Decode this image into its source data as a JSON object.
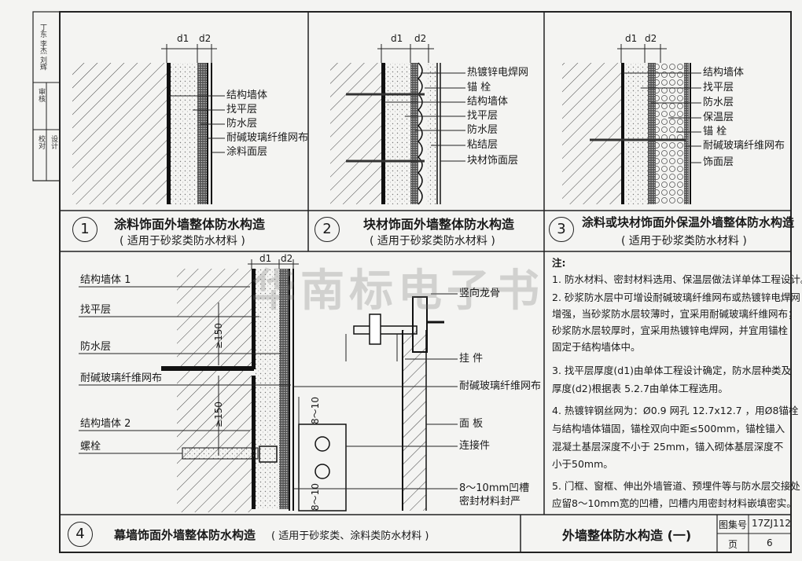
{
  "sidebar": {
    "sig1": "丁东 李杰 刘辉",
    "sig2": "审核",
    "sig3": "校对",
    "sig4": "设计"
  },
  "dims": {
    "d1": "d1",
    "d2": "d2"
  },
  "detail1": {
    "num": "1",
    "title": "涂料饰面外墙整体防水构造",
    "subtitle": "( 适用于砂浆类防水材料 )",
    "labels": [
      "结构墙体",
      "找平层",
      "防水层",
      "耐碱玻璃纤维网布",
      "涂料面层"
    ]
  },
  "detail2": {
    "num": "2",
    "title": "块材饰面外墙整体防水构造",
    "subtitle": "( 适用于砂浆类防水材料 )",
    "labels": [
      "热镀锌电焊网",
      "锚  栓",
      "结构墙体",
      "找平层",
      "防水层",
      "粘结层",
      "块材饰面层"
    ]
  },
  "detail3": {
    "num": "3",
    "title": "涂料或块材饰面外保温外墙整体防水构造",
    "subtitle": "( 适用于砂浆类防水材料 )",
    "labels": [
      "结构墙体",
      "找平层",
      "防水层",
      "保温层",
      "锚  栓",
      "耐碱玻璃纤维网布",
      "饰面层"
    ]
  },
  "detail4": {
    "num": "4",
    "title": "幕墙饰面外墙整体防水构造",
    "subtitle": "( 适用于砂浆类、涂料类防水材料 )",
    "left_labels": [
      "结构墙体 1",
      "找平层",
      "防水层",
      "耐碱玻璃纤维网布",
      "结构墙体 2",
      "螺栓"
    ],
    "right_labels": [
      "竖向龙骨",
      "挂  件",
      "耐碱玻璃纤维网布",
      "面  板",
      "连接件",
      "8～10mm凹槽",
      "密封材料封严"
    ],
    "dims": [
      "≥150",
      "≥150",
      "8～10",
      "8～10"
    ]
  },
  "notes": {
    "head": "注:",
    "lines": [
      "1. 防水材料、密封材料选用、保温层做法详单体工程设计。",
      "2. 砂浆防水层中可增设耐碱玻璃纤维网布或热镀锌电焊网",
      "   增强，当砂浆防水层较薄时，宜采用耐碱玻璃纤维网布；",
      "   砂浆防水层较厚时，宜采用热镀锌电焊网，并宜用锚栓",
      "   固定于结构墙体中。",
      "3. 找平层厚度(d1)由单体工程设计确定，防水层种类及",
      "   厚度(d2)根据表 5.2.7由单体工程选用。",
      "4. 热镀锌钢丝网为：Ø0.9 网孔 12.7x12.7 ，用Ø8锚栓",
      "   与结构墙体锚固，锚栓双向中距≤500mm，锚栓锚入",
      "   混凝土基层深度不小于 25mm，锚入砌体基层深度不",
      "   小于50mm。",
      "5. 门框、窗框、伸出外墙管道、预埋件等与防水层交接处",
      "   应留8～10mm宽的凹槽，凹槽内用密封材料嵌填密实。"
    ]
  },
  "titleblock": {
    "main": "外墙整体防水构造 (一)",
    "atlas_label": "图集号",
    "atlas_value": "17ZJ112",
    "page_label": "页",
    "page_value": "6"
  },
  "watermark": "华南标电子书"
}
